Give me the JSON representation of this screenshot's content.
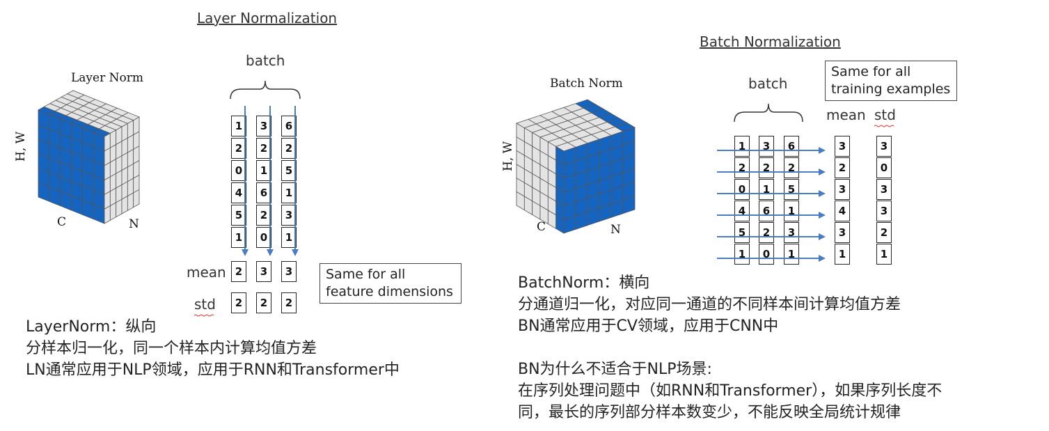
{
  "layer_norm": {
    "title": "Layer Normalization",
    "cube_title": "Layer Norm",
    "axis_hw": "H, W",
    "axis_c": "C",
    "axis_n": "N",
    "batch_label": "batch",
    "columns": [
      [
        1,
        2,
        0,
        4,
        5,
        1
      ],
      [
        3,
        2,
        1,
        6,
        2,
        0
      ],
      [
        6,
        2,
        5,
        1,
        3,
        1
      ]
    ],
    "mean_label": "mean",
    "std_label": "std",
    "mean": [
      2,
      3,
      3
    ],
    "std": [
      2,
      2,
      2
    ],
    "note_line1": "Same for all",
    "note_line2": "feature dimensions",
    "text": {
      "line1": "LayerNorm：纵向",
      "line2": "分样本归一化，同一个样本内计算均值方差",
      "line3": "LN通常应用于NLP领域，应用于RNN和Transformer中"
    }
  },
  "batch_norm": {
    "title": "Batch Normalization",
    "cube_title": "Batch Norm",
    "axis_hw": "H, W",
    "axis_c": "C",
    "axis_n": "N",
    "batch_label": "batch",
    "columns": [
      [
        1,
        2,
        0,
        4,
        5,
        1
      ],
      [
        3,
        2,
        1,
        6,
        2,
        0
      ],
      [
        6,
        2,
        5,
        1,
        3,
        1
      ]
    ],
    "note_line1": "Same for all",
    "note_line2": "training examples",
    "mean_label": "mean",
    "std_label": "std",
    "mean": [
      3,
      2,
      3,
      4,
      3,
      1
    ],
    "std": [
      3,
      0,
      3,
      3,
      2,
      1
    ],
    "text": {
      "line1": "BatchNorm：横向",
      "line2": "分通道归一化，对应同一通道的不同样本间计算均值方差",
      "line3": "BN通常应用于CV领域，应用于CNN中",
      "line4": "",
      "line5": "BN为什么不适合于NLP场景:",
      "line6": "在序列处理问题中（如RNN和Transformer），如果序列长度不",
      "line7": "同，最长的序列部分样本数变少，不能反映全局统计规律"
    }
  },
  "colors": {
    "blue_fill": "#1565c0",
    "gray_fill": "#e4e4e4",
    "arrow": "#4a7cc4"
  }
}
